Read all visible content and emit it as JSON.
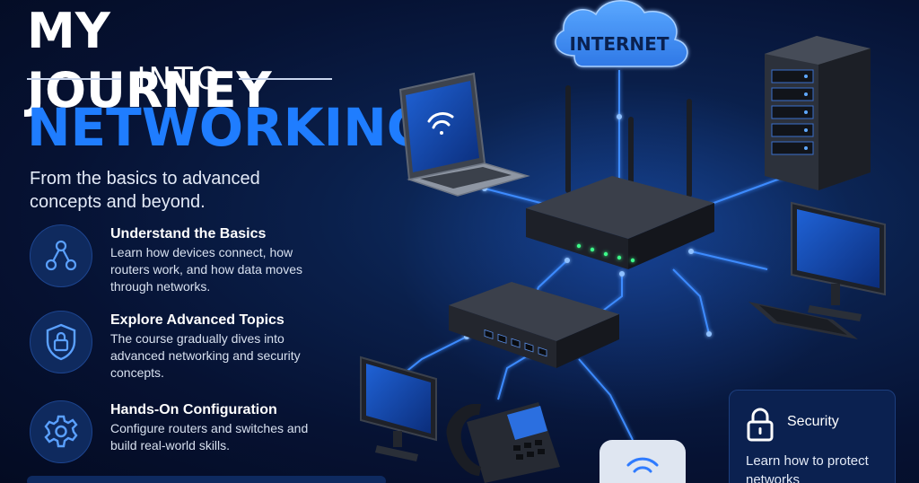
{
  "title": {
    "line1": "MY JOURNEY",
    "line2": "INTO",
    "line3": "NETWORKING"
  },
  "subtitle": "From the basics to advanced concepts and beyond.",
  "features": [
    {
      "icon": "network-nodes-icon",
      "title": "Understand the Basics",
      "description": "Learn how devices connect, how routers work, and how data moves through networks."
    },
    {
      "icon": "shield-lock-icon",
      "title": "Explore Advanced Topics",
      "description": "The course gradually dives into advanced networking and security concepts."
    },
    {
      "icon": "gear-icon",
      "title": "Hands-On Configuration",
      "description": "Configure routers and switches and build real-world skills."
    }
  ],
  "diagram": {
    "cloud_label": "INTERNET"
  },
  "security_card": {
    "icon": "lock-icon",
    "title": "Security",
    "description": "Learn how to protect networks"
  },
  "colors": {
    "accent": "#1f7dff",
    "background": "#061233",
    "link_glow": "#3d8bff"
  }
}
